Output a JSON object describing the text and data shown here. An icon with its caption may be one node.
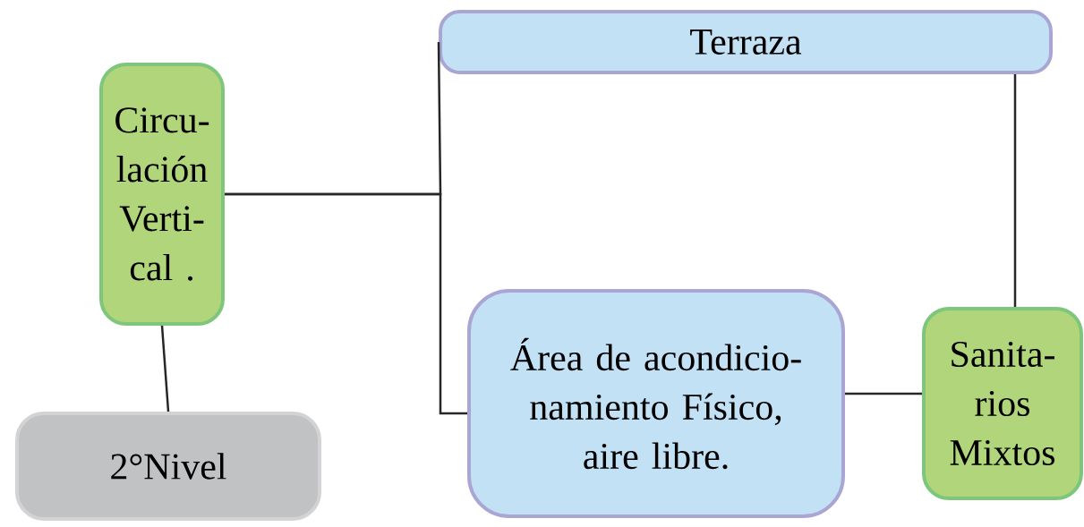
{
  "diagram": {
    "nodes": [
      {
        "text": [
          "Terraza"
        ]
      },
      {
        "text": [
          "Circu- lación Verti- cal ."
        ]
      },
      {
        "text": [
          "Área de acondicio- namiento Físico, aire libre."
        ]
      },
      {
        "text": [
          "Sanita- rios Mixtos"
        ]
      },
      {
        "text": [
          "2°Nivel"
        ]
      }
    ],
    "edges": [
      {
        "from": 1,
        "to": 0,
        "arrow": "none"
      },
      {
        "from": 1,
        "to": 2,
        "arrow": "none"
      },
      {
        "from": 0,
        "to": 3,
        "arrow": "none"
      },
      {
        "from": 2,
        "to": 3,
        "arrow": "none"
      },
      {
        "from": 1,
        "to": 4,
        "arrow": "none"
      }
    ]
  }
}
